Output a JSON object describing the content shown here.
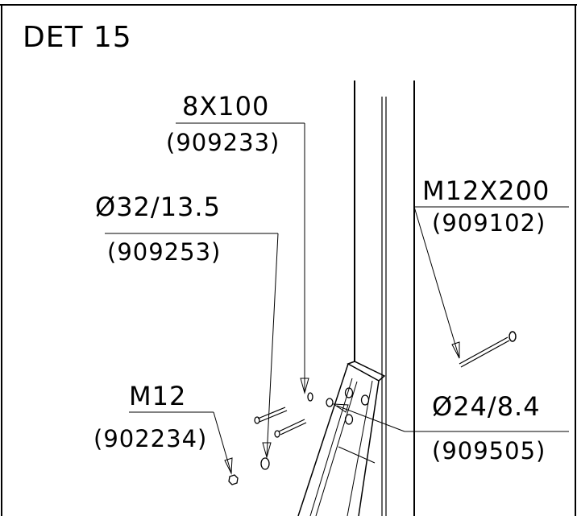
{
  "detail_title": "DET 15",
  "callouts": {
    "screw_size": "8X100",
    "screw_part": "(909233)",
    "washer_large_size": "Ø32/13.5",
    "washer_large_part": "(909253)",
    "bolt_size": "M12X200",
    "bolt_part": "(909102)",
    "nut_size": "M12",
    "nut_part": "(902234)",
    "washer_small_size": "Ø24/8.4",
    "washer_small_part": "(909505)"
  },
  "colors": {
    "ink": "#000000",
    "paper": "#ffffff"
  }
}
